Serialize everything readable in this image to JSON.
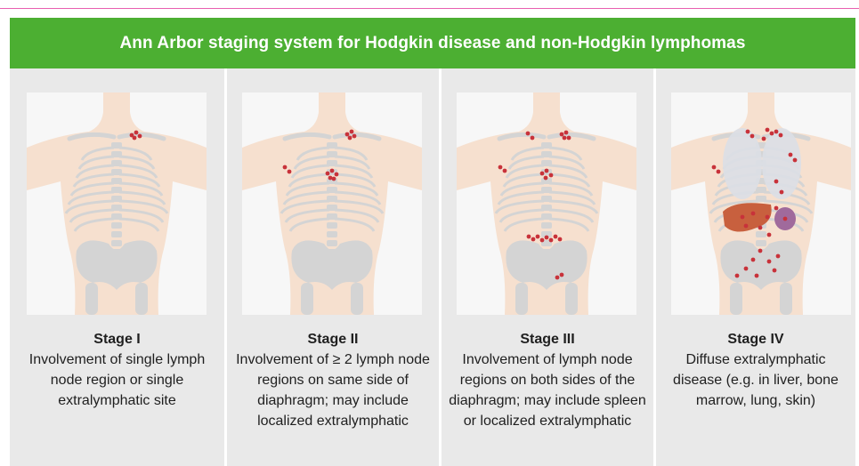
{
  "title": "Ann Arbor staging system for Hodgkin disease and non-Hodgkin lymphomas",
  "colors": {
    "header_bg": "#4caf32",
    "panel_bg": "#e9e9e9",
    "node": "#c8323a",
    "skin": "#f6dcc8",
    "bone": "#d4d4d4",
    "liver": "#c8603e",
    "spleen": "#a06a9c"
  },
  "stages": [
    {
      "title": "Stage I",
      "description": "Involvement of single lymph node region or single extralymphatic site",
      "icon": "body-diagram-stage-1"
    },
    {
      "title": "Stage II",
      "description": "Involvement of ≥ 2 lymph node regions on same side of diaphragm; may include localized extralymphatic",
      "icon": "body-diagram-stage-2"
    },
    {
      "title": "Stage III",
      "description": "Involvement of lymph node regions on both sides of the diaphragm; may include spleen or localized extralymphatic",
      "icon": "body-diagram-stage-3"
    },
    {
      "title": "Stage IV",
      "description": "Diffuse extralymphatic disease (e.g. in liver, bone marrow, lung, skin)",
      "icon": "body-diagram-stage-4"
    }
  ]
}
